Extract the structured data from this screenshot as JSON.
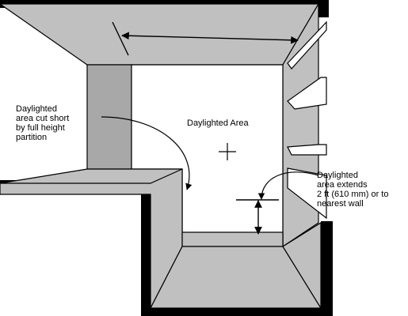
{
  "colors": {
    "wall_shade": "#c0c0c0",
    "partition_shade": "#a8a8a8",
    "outline": "#000000",
    "background": "#ffffff"
  },
  "annotations": {
    "left": [
      "Daylighted",
      "area cut short",
      "by full height",
      "partition"
    ],
    "center": "Daylighted Area",
    "right": [
      "Daylighted",
      "area extends",
      "2 ft (610 mm) or to",
      "nearest wall"
    ]
  }
}
